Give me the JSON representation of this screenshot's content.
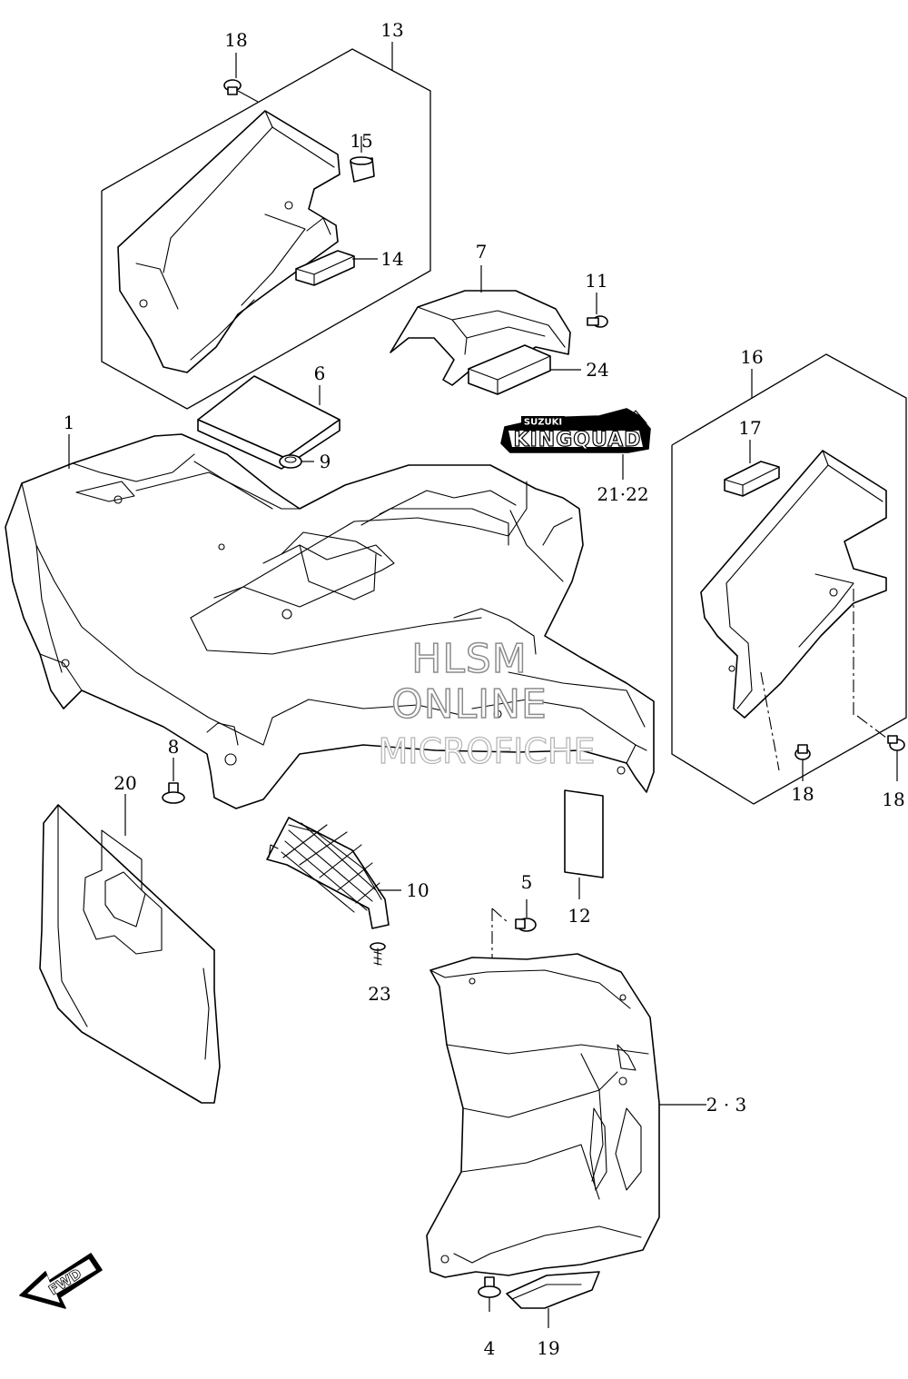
{
  "callouts": {
    "c1": "1",
    "c2_3": "2 · 3",
    "c4": "4",
    "c5": "5",
    "c6": "6",
    "c7": "7",
    "c8": "8",
    "c9": "9",
    "c10": "10",
    "c11": "11",
    "c12": "12",
    "c13": "13",
    "c14": "14",
    "c15": "15",
    "c16": "16",
    "c17": "17",
    "c18a": "18",
    "c18b": "18",
    "c18c": "18",
    "c19": "19",
    "c20": "20",
    "c21_22": "21·22",
    "c23": "23",
    "c24": "24"
  },
  "decal": {
    "brand": "SUZUKI",
    "model": "KINGQUAD"
  },
  "watermark": {
    "line1": "HLSM",
    "line2": "ONLINE",
    "line3": "MICROFICHE"
  },
  "direction_badge": {
    "text": "FWD",
    "icon": "forward-arrow-icon"
  },
  "colors": {
    "ink": "#000000",
    "paper": "#ffffff",
    "watermark": "#8c8c8c"
  }
}
